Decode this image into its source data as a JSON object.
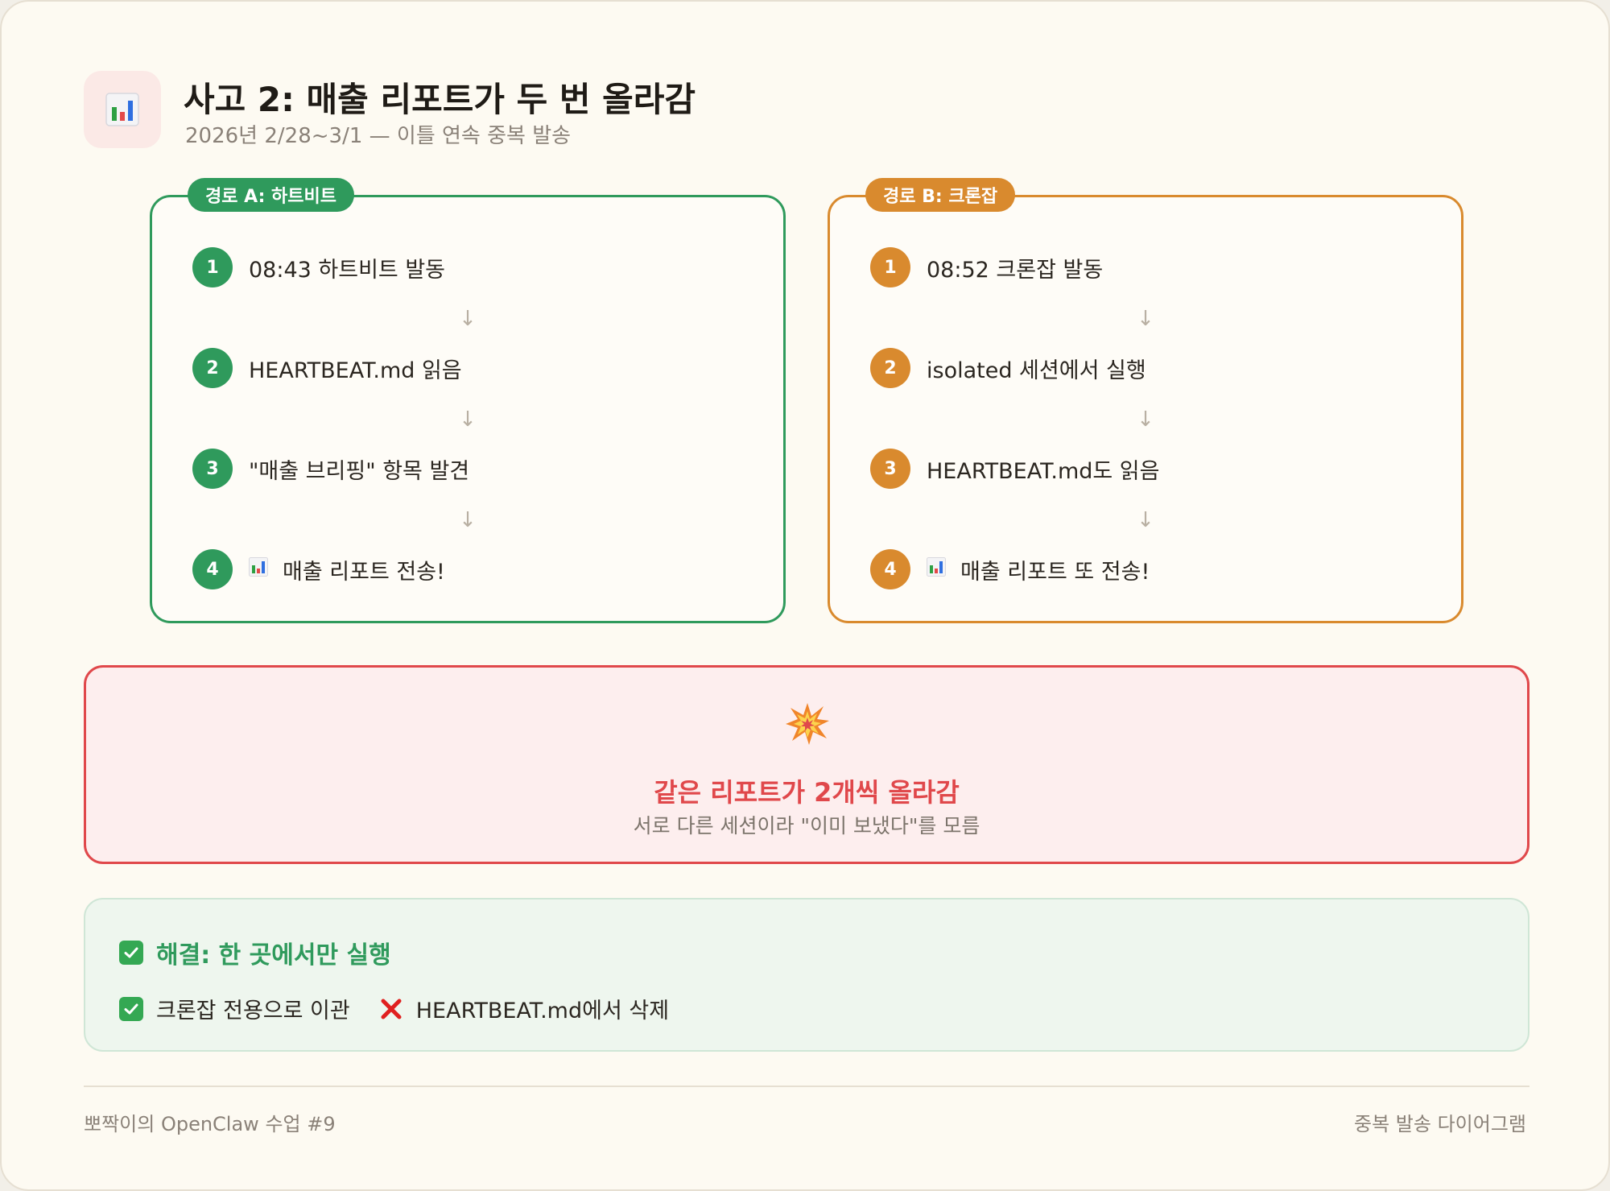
{
  "header": {
    "icon": "bar-chart-icon",
    "title": "사고 2: 매출 리포트가 두 번 올라감",
    "subtitle": "2026년 2/28~3/1 — 이틀 연속 중복 발송"
  },
  "path_a": {
    "label": "경로 A: 하트비트",
    "color": "#2f9a5c",
    "steps": [
      {
        "num": "1",
        "text": "08:43 하트비트 발동"
      },
      {
        "num": "2",
        "text": "HEARTBEAT.md 읽음"
      },
      {
        "num": "3",
        "text": "\"매출 브리핑\" 항목 발견"
      },
      {
        "num": "4",
        "text": "매출 리포트 전송!",
        "icon": "bar-chart-icon"
      }
    ]
  },
  "path_b": {
    "label": "경로 B: 크론잡",
    "color": "#d98a2e",
    "steps": [
      {
        "num": "1",
        "text": "08:52 크론잡 발동"
      },
      {
        "num": "2",
        "text": "isolated 세션에서 실행"
      },
      {
        "num": "3",
        "text": "HEARTBEAT.md도 읽음"
      },
      {
        "num": "4",
        "text": "매출 리포트 또 전송!",
        "icon": "bar-chart-icon"
      }
    ]
  },
  "arrow_glyph": "↓",
  "crash": {
    "icon": "collision-icon",
    "title": "같은 리포트가 2개씩 올라감",
    "subtitle": "서로 다른 세션이라 \"이미 보냈다\"를 모름",
    "color": "#e0484b"
  },
  "solution": {
    "title": "해결: 한 곳에서만 실행",
    "items": [
      {
        "icon": "check-icon",
        "text": "크론잡 전용으로 이관"
      },
      {
        "icon": "cross-icon",
        "text": "HEARTBEAT.md에서 삭제"
      }
    ]
  },
  "footer": {
    "left": "뽀짝이의 OpenClaw 수업 #9",
    "right": "중복 발송 다이어그램"
  }
}
